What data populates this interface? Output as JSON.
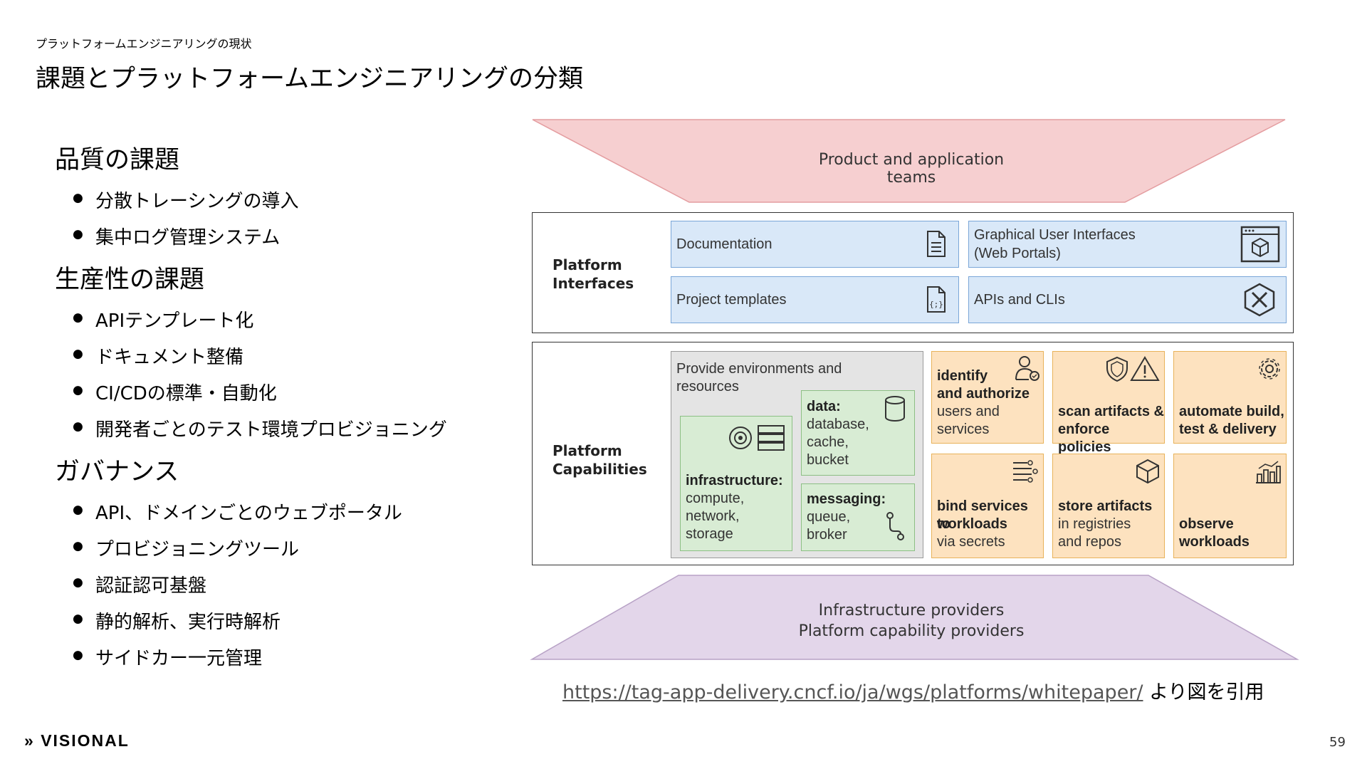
{
  "header": {
    "breadcrumb": "プラットフォームエンジニアリングの現状",
    "title": "課題とプラットフォームエンジニアリングの分類"
  },
  "sections": [
    {
      "heading": "品質の課題",
      "items": [
        "分散トレーシングの導入",
        "集中ログ管理システム"
      ]
    },
    {
      "heading": "生産性の課題",
      "items": [
        "APIテンプレート化",
        "ドキュメント整備",
        "CI/CDの標準・自動化",
        "開発者ごとのテスト環境プロビジョニング"
      ]
    },
    {
      "heading": "ガバナンス",
      "items": [
        "API、ドメインごとのウェブポータル",
        "プロビジョニングツール",
        "認証認可基盤",
        "静的解析、実行時解析",
        "サイドカー一元管理"
      ]
    }
  ],
  "diagram": {
    "top_band": "Product and application teams",
    "platform_interfaces": {
      "label_line1": "Platform",
      "label_line2": "Interfaces",
      "documentation": "Documentation",
      "gui_line1": "Graphical User Interfaces",
      "gui_line2": "(Web Portals)",
      "project_templates": "Project templates",
      "apis_clis": "APIs and CLIs"
    },
    "platform_capabilities": {
      "label_line1": "Platform",
      "label_line2": "Capabilities",
      "env_line1": "Provide environments and",
      "env_line2": "resources",
      "data_title": "data:",
      "data_body": [
        "database,",
        "cache,",
        "bucket"
      ],
      "infra_title": "infrastructure:",
      "infra_body": [
        "compute,",
        "network,",
        "storage"
      ],
      "messaging_title": "messaging:",
      "messaging_body": [
        "queue,",
        "broker"
      ],
      "identify": [
        "identify",
        "and authorize"
      ],
      "identify_sub": [
        "users and",
        "services"
      ],
      "scan": [
        "scan artifacts &",
        "enforce policies"
      ],
      "automate": [
        "automate build,",
        "test & delivery"
      ],
      "bind": [
        "bind services to",
        "workloads"
      ],
      "bind_sub": "via secrets",
      "store": "store artifacts",
      "store_sub": [
        "in registries",
        "and repos"
      ],
      "observe": [
        "observe",
        "workloads"
      ]
    },
    "bottom_band_line1": "Infrastructure providers",
    "bottom_band_line2": "Platform capability providers",
    "colors": {
      "top_band": "#f6cfd0",
      "bottom_band": "#e3d6ea",
      "blue": "#d9e8f8",
      "green": "#d8ecd4",
      "orange": "#fde2bf",
      "grey": "#e4e4e4"
    }
  },
  "citation": {
    "url": "https://tag-app-delivery.cncf.io/ja/wgs/platforms/whitepaper/",
    "suffix": " より図を引用"
  },
  "footer": {
    "logo": "VISIONAL",
    "page_number": "59"
  }
}
